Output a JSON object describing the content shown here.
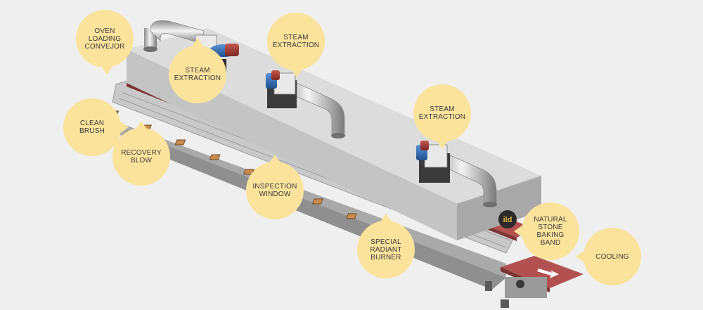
{
  "callouts": {
    "oven_loading_conveyor": "OVEN LOADING\nCONVEJOR",
    "steam_extraction_1": "STEAM\nEXTRACTION",
    "steam_extraction_2": "STEAM\nEXTRACTION",
    "steam_extraction_3": "STEAM\nEXTRACTION",
    "clean_brush": "CLEAN BRUSH",
    "recovery_blow": "RECOVERY\nBLOW",
    "inspection_window": "INSPECTION\nWINDOW",
    "special_radiant_burner": "SPECIAL\nRADIANT\nBURNER",
    "natural_stone_baking_band": "NATURAL STONE\nBAKING BAND",
    "cooling": "COOLING"
  },
  "colors": {
    "background": "#efefef",
    "callout": "#fbe39b",
    "hood_top": "#dcdcdc",
    "hood_side": "#b9b9b9",
    "baking_band": "#b2514f",
    "motor_blue": "#2f6db3",
    "motor_red": "#a23a35"
  },
  "logo_icon": "brand-logo-icon"
}
